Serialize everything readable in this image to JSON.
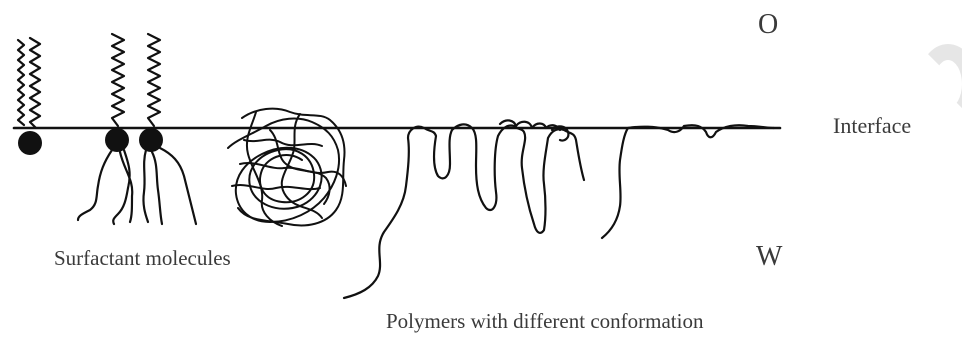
{
  "phases": {
    "oil": "O",
    "water": "W"
  },
  "interface_label": "Interface",
  "surfactant_label": "Surfactant molecules",
  "polymer_label": "Polymers with different conformation"
}
